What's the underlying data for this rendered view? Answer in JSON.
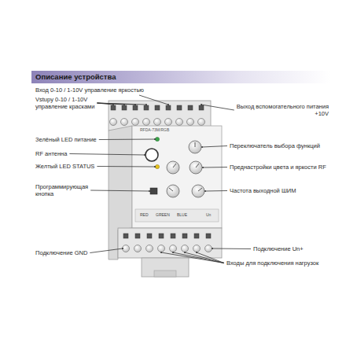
{
  "diagram": {
    "title": "Описание устройства",
    "labels": [
      "Вход 0-10 / 1-10V управление яркостью",
      "Vstupy 0-10 / 1-10V управление красками",
      "Выход вспомогательного питания +10V",
      "Зелёный LED питание",
      "RF антенна",
      "Переключатель выбора функций",
      "Желтый LED STATUS",
      "Преднастройки цвета и яркости RF",
      "Программирующая кнопка",
      "Частота выходной ШИМ",
      "Подключение GND",
      "Подключение Un+",
      "Входы для подключения нагрузок",
      "RFDA-73M/RGB",
      "RED",
      "GREEN",
      "BLUE",
      "Un"
    ]
  }
}
